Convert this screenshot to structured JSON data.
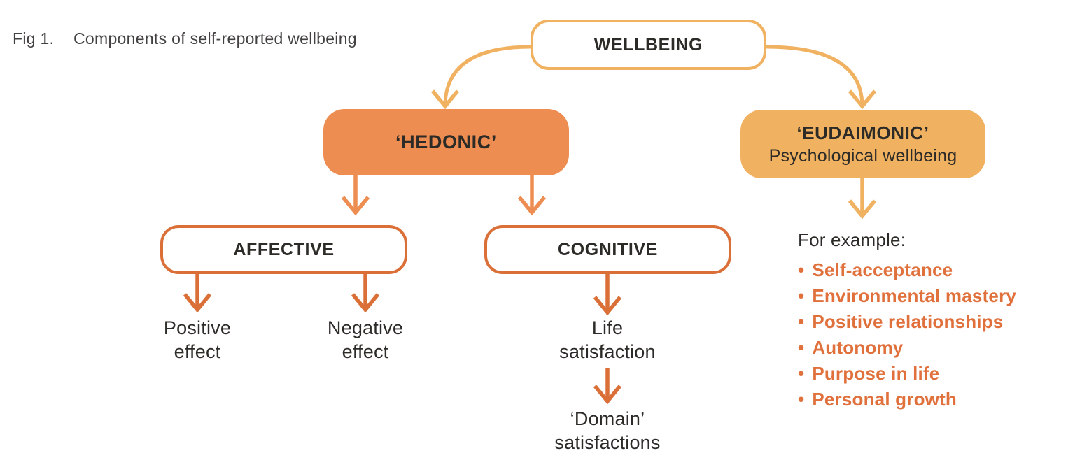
{
  "figure": {
    "label": "Fig 1.",
    "title": "Components of self-reported wellbeing"
  },
  "nodes": {
    "wellbeing": {
      "label": "WELLBEING"
    },
    "hedonic": {
      "label": "‘HEDONIC’"
    },
    "eudaimonic": {
      "title": "‘EUDAIMONIC’",
      "subtitle": "Psychological wellbeing"
    },
    "affective": {
      "label": "AFFECTIVE"
    },
    "cognitive": {
      "label": "COGNITIVE"
    },
    "positive_effect": {
      "line1": "Positive",
      "line2": "effect"
    },
    "negative_effect": {
      "line1": "Negative",
      "line2": "effect"
    },
    "life_satisfaction": {
      "line1": "Life",
      "line2": "satisfaction"
    },
    "domain_satisfactions": {
      "line1": "‘Domain’",
      "line2": "satisfactions"
    }
  },
  "examples": {
    "heading": "For example:",
    "bullet_glyph": "•",
    "items": [
      "Self-acceptance",
      "Environmental mastery",
      "Positive relationships",
      "Autonomy",
      "Purpose in life",
      "Personal growth"
    ]
  },
  "colors": {
    "amber": "#F0B261",
    "orange_mid": "#EE8D52",
    "orange_dark": "#DA7038",
    "bullet_text": "#E0713C",
    "ink": "#2D2B27",
    "muted_ink": "#434140",
    "background": "#FFFFFF"
  }
}
